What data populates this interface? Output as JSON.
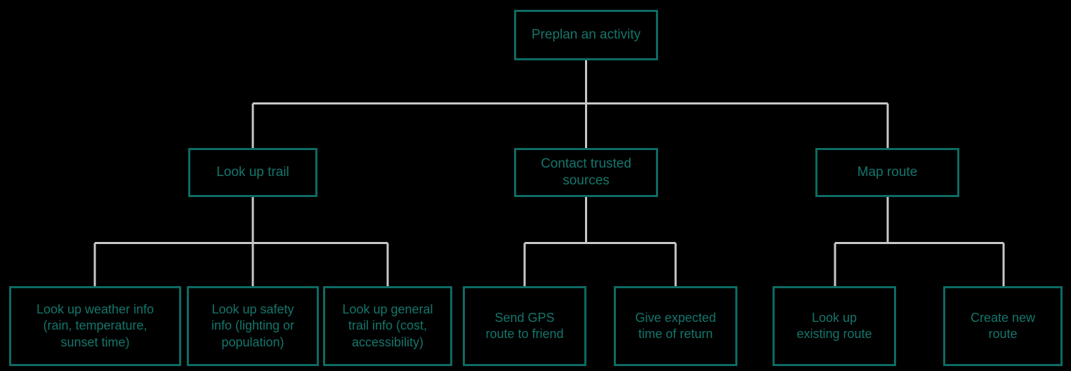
{
  "diagram": {
    "type": "hierarchy-tree",
    "title": "Preplan an activity task hierarchy",
    "background_color": "#000000",
    "node_border_color": "#0d6b63",
    "node_text_color": "#14766c",
    "connector_color": "#c8c8c8",
    "levels": 3
  },
  "nodes": {
    "root": {
      "label": "Preplan an activity"
    },
    "level_two": [
      {
        "label": "Look up trail"
      },
      {
        "label": "Contact trusted\nsources"
      },
      {
        "label": "Map route"
      }
    ],
    "level_three": [
      {
        "label": "Look up weather info\n(rain, temperature,\nsunset time)"
      },
      {
        "label": "Look up safety\ninfo (lighting or\npopulation)"
      },
      {
        "label": "Look up general\ntrail info (cost,\naccessibility)"
      },
      {
        "label": "Send GPS\nroute to friend"
      },
      {
        "label": "Give expected\ntime of return"
      },
      {
        "label": "Look up\nexisting route"
      },
      {
        "label": "Create new\nroute"
      }
    ]
  }
}
